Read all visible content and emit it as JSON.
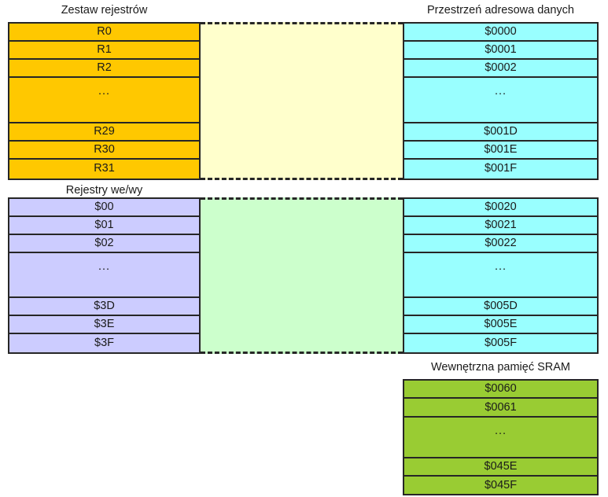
{
  "diagram": {
    "title_top_left": "Zestaw rejestrów",
    "title_top_right": "Przestrzeń adresowa danych",
    "title_mid_left": "Rejestry we/wy",
    "title_bottom_right": "Wewnętrzna pamięć SRAM",
    "ellipsis": "...",
    "colors": {
      "register_file": "#ffc800",
      "data_space": "#99ffff",
      "io_registers": "#ccccff",
      "sram": "#99cc33",
      "band_top": "#ffffcc",
      "band_middle": "#ccffcc",
      "outline": "#262626"
    }
  },
  "register_file": {
    "name": "Zestaw rejestrów",
    "cells": [
      "R0",
      "R1",
      "R2",
      "...",
      "R29",
      "R30",
      "R31"
    ]
  },
  "data_space_upper": {
    "name": "Przestrzeń adresowa danych",
    "cells": [
      "$0000",
      "$0001",
      "$0002",
      "...",
      "$001D",
      "$001E",
      "$001F"
    ]
  },
  "io_registers": {
    "name": "Rejestry we/wy",
    "cells": [
      "$00",
      "$01",
      "$02",
      "...",
      "$3D",
      "$3E",
      "$3F"
    ]
  },
  "data_space_lower": {
    "name": "Przestrzeń adresowa danych",
    "cells": [
      "$0020",
      "$0021",
      "$0022",
      "...",
      "$005D",
      "$005E",
      "$005F"
    ]
  },
  "sram": {
    "name": "Wewnętrzna pamięć SRAM",
    "cells": [
      "$0060",
      "$0061",
      "...",
      "$045E",
      "$045F"
    ]
  }
}
